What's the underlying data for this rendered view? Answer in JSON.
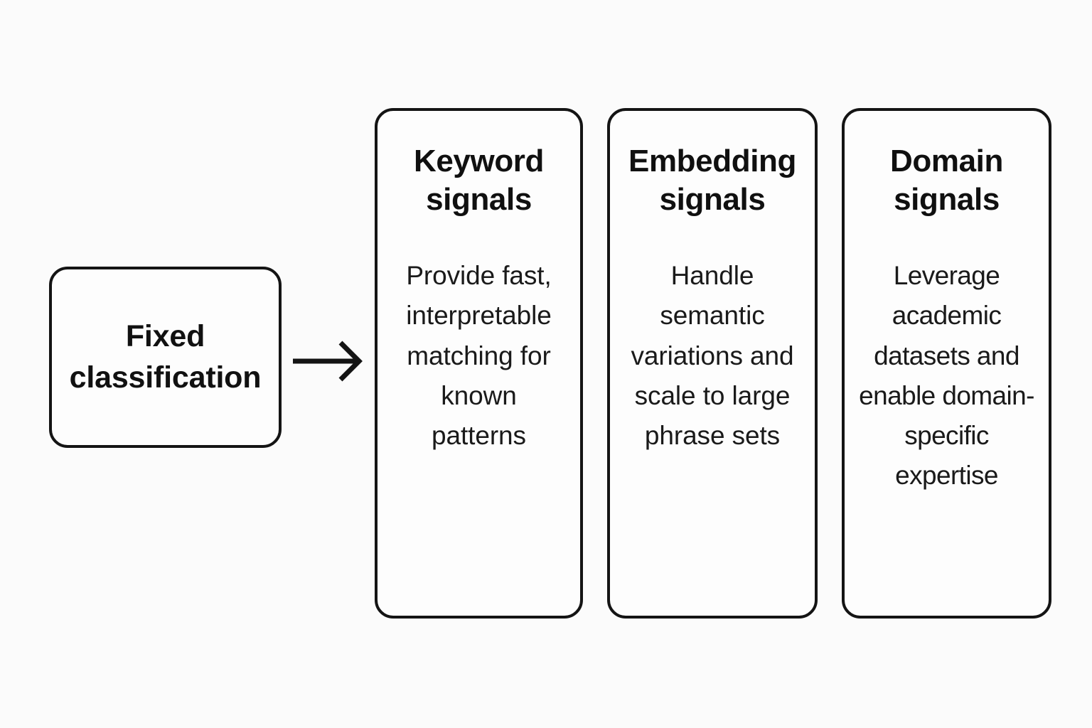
{
  "diagram": {
    "background_color": "#fbfbfb",
    "stroke_color": "#141414",
    "text_color": "#111111",
    "source": {
      "label": "Fixed\nclassification"
    },
    "connector": {
      "icon": "arrow-right-icon",
      "direction": "right"
    },
    "cards": [
      {
        "title": "Keyword\nsignals",
        "body": "Provide fast, interpretable matching for known patterns"
      },
      {
        "title": "Embedding\nsignals",
        "body": "Handle semantic variations and scale to large phrase sets"
      },
      {
        "title": "Domain\nsignals",
        "body": "Leverage academic datasets and enable domain-specific expertise"
      }
    ]
  }
}
